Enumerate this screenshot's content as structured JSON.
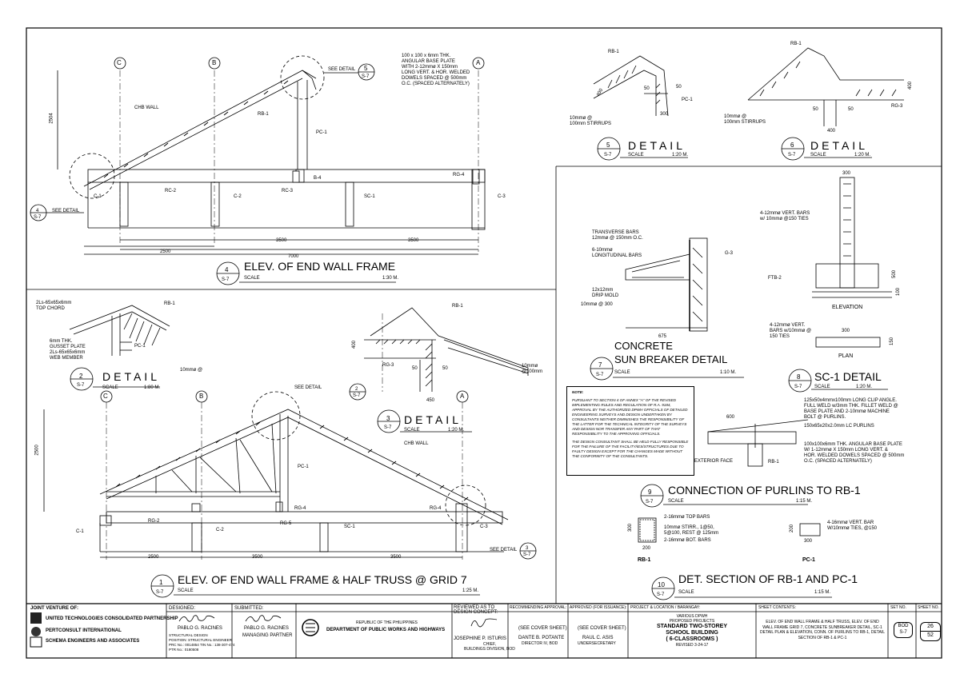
{
  "drawing": {
    "d4": {
      "num": "4",
      "ref": "S-7",
      "title": "ELEV. OF END WALL FRAME",
      "scale_label": "SCALE",
      "scale": "1:30 M."
    },
    "d1": {
      "num": "1",
      "ref": "S-7",
      "title": "ELEV. OF END WALL FRAME & HALF TRUSS  @ GRID 7",
      "scale_label": "SCALE",
      "scale": "1:25 M."
    },
    "d2": {
      "num": "2",
      "ref": "S-7",
      "title": "DETAIL",
      "scale_label": "SCALE",
      "scale": "1:80 M."
    },
    "d3": {
      "num": "3",
      "ref": "S-7",
      "title": "DETAIL",
      "scale_label": "SCALE",
      "scale": "1:20 M."
    },
    "d5": {
      "num": "5",
      "ref": "S-7",
      "title": "DETAIL",
      "scale_label": "SCALE",
      "scale": "1:20 M."
    },
    "d6": {
      "num": "6",
      "ref": "S-7",
      "title": "DETAIL",
      "scale_label": "SCALE",
      "scale": "1:20 M."
    },
    "d7": {
      "num": "7",
      "ref": "S-7",
      "title1": "CONCRETE",
      "title2": "SUN BREAKER DETAIL",
      "scale_label": "SCALE",
      "scale": "1:10 M."
    },
    "d8": {
      "num": "8",
      "ref": "S-7",
      "title": "SC-1 DETAIL",
      "scale_label": "SCALE",
      "scale": "1:20 M."
    },
    "d9": {
      "num": "9",
      "ref": "S-7",
      "title": "CONNECTION OF PURLINS TO RB-1",
      "scale_label": "SCALE",
      "scale": "1:15 M."
    },
    "d10": {
      "num": "10",
      "ref": "S-7",
      "title": "DET. SECTION OF RB-1 AND PC-1",
      "scale_label": "SCALE",
      "scale": "1:15 M."
    }
  },
  "labels": {
    "grid_c": "C",
    "grid_b": "B",
    "grid_a": "A",
    "see_detail": "SEE DETAIL",
    "plate_note": [
      "100 x 100 x 6mm THK.",
      "ANGULAR BASE PLATE",
      "WITH 2-12mmø X 150mm",
      "LONG VERT. & HOR. WELDED",
      "DOWELS SPACED @ 500mm",
      "O.C. (SPACED ALTERNATELY)"
    ],
    "chb_wall": "CHB WALL",
    "rb1": "RB-1",
    "pc1": "PC-1",
    "c1": "C-1",
    "c2": "C-2",
    "c3": "C-3",
    "rc2": "RC-2",
    "rc3": "RC-3",
    "rg2": "RG-2",
    "rg3": "RG-3",
    "rg4": "RG-4",
    "rg5": "RG-5",
    "sc1": "SC-1",
    "b4": "B-4",
    "g3": "G-3",
    "ftb2": "FTB-2",
    "dim_2504": "2504",
    "dim_7000": "7000",
    "dim_2500": "2500",
    "dim_3500": "3500",
    "dim_150": "150",
    "dim_50": "50",
    "dim_300": "300",
    "dim_400": "400",
    "dim_450": "450",
    "dim_675": "675",
    "dim_500": "500",
    "dim_100": "100",
    "dim_600": "600",
    "dim_200": "200",
    "stirrups1": "10mmø @",
    "stirrups2": "100mm STIRRUPS",
    "d2_top": "2Ls-65x65x6mm",
    "d2_top2": "TOP CHORD",
    "d2_gusset1": "6mm THK.",
    "d2_gusset2": "GUSSET PLATE",
    "d2_web1": "2Ls-65x65x6mm",
    "d2_web2": "WEB MEMBER",
    "d2_bar": "10mmø @",
    "d3_bar1": "10mmø",
    "d3_bar2": "@100mm",
    "d7_trans1": "TRANSVERSE BARS",
    "d7_trans2": "12mmø @ 150mm O.C.",
    "d7_long1": "6-10mmø",
    "d7_long2": "LONGITUDINAL BARS",
    "d7_drip1": "12x12mm",
    "d7_drip2": "DRIP MOLD",
    "d7_bar": "10mmø @ 300",
    "d8_vert1": "4-12mmø VERT. BARS",
    "d8_vert2": "w/ 10mmø @150 TIES",
    "d8_elev": "ELEVATION",
    "d8_pv1": "4-12mmø VERT.",
    "d8_pv2": "BARS w/10mmø @",
    "d8_pv3": "150 TIES",
    "d8_plan": "PLAN",
    "d9_clip": [
      "125x50x4mmx100mm LONG CLIP ANGLE.",
      "FULL WELD w/3mm THK. FILLET WELD @",
      "BASE PLATE AND 2-10mmø MACHINE",
      "BOLT @ PURLINS."
    ],
    "d9_purlin": "150x65x20x2.0mm LC PURLINS",
    "d9_base": [
      "100x100x6mm THK. ANGULAR BASE PLATE",
      "W/ 1-12mmø X 150mm LONG VERT. &",
      "HOR. WELDED DOWELS SPACED @ 500mm",
      "O.C. (SPACED ALTERNATELY)"
    ],
    "d9_ext": "EXTERIOR FACE",
    "d10_top": "2-16mmø TOP BARS",
    "d10_stirr1": "10mmø STIRR., 1@50,",
    "d10_stirr2": "5@100, REST @ 125mm",
    "d10_bot": "2-16mmø BOT. BARS",
    "d10_rb1": "RB-1",
    "d10_vert1": "4-16mmø VERT. BAR",
    "d10_vert2": "W/10mmø TIES, @150",
    "d10_pc1": "PC-1"
  },
  "note": {
    "head": "NOTE:",
    "p1": "PURSUANT TO SECTION 4 OF ANNEX \"A\" OF THE REVISED IMPLEMENTING RULES AND REGULATION OF R.A. 9184, APPROVAL BY THE AUTHORIZED DPWH OFFICIALS OF DETAILED ENGINEERING SURVEYS AND DESIGN UNDERTAKEN BY CONSULTANTS NEITHER DIMINISHES THE RESPONSIBILITY OF THE LATTER FOR THE TECHNICAL INTEGRITY OF THE SURVEYS AND DESIGN NOR TRANSFER ANY PART OF THAT RESPONSIBILITY TO THE APPROVING OFFICIALS.",
    "p2": "THE DESIGN CONSULTANT SHALL BE HELD FULLY RESPONSIBLE FOR THE FAILURE OF THE FACILITY/IES/STRUCTURES DUE TO FAULTY DESIGN EXCEPT FOR THE CHANGES MADE WITHOUT THE CONFORMITY OF THE CONSULTANTS."
  },
  "titleblock": {
    "jv_label": "JOINT VENTURE OF:",
    "jv": [
      "UNITED TECHNOLOGIES CONSOLIDATED PARTNERSHIP",
      "PERTCONSULT INTERNATIONAL",
      "SCHEMA ENGINEERS AND ASSOCIATES"
    ],
    "designed_label": "DESIGNED:",
    "designed_name": "PABLO G. RACINES",
    "designed_role1": "STRUCTURAL DESIGN",
    "designed_role2": "POSITION: STRUCTURAL ENGINEER",
    "designed_prc": "PRC No.: 0014854     TIN No.: 138-307-474",
    "designed_ptr": "PTR No.: 0180508",
    "submitted_label": "SUBMITTED:",
    "submitted_name": "PABLO G. RACINES",
    "submitted_role": "MANAGING PARTNER",
    "rep1": "REPUBLIC OF THE PHILIPPINES",
    "rep2": "DEPARTMENT OF PUBLIC WORKS AND HIGHWAYS",
    "reviewed_label1": "REVIEWED AS TO",
    "reviewed_label2": "DESIGN CONCEPT:",
    "reviewed_name": "JOSEPHINE P. ISTURIS",
    "reviewed_role1": "CHIEF,",
    "reviewed_role2": "BUILDINGS DIVISION, BOD",
    "rec_label": "RECOMMENDING APPROVAL:",
    "rec_sheet": "(SEE COVER SHEET)",
    "rec_name": "DANTE B. POTANTE",
    "rec_role": "DIRECTOR IV, BOD",
    "appr_label": "APPROVED (FOR ISSUANCE):",
    "appr_sheet": "(SEE COVER SHEET)",
    "appr_name": "RAUL C. ASIS",
    "appr_role": "UNDERSECRETARY",
    "proj_label": "PROJECT & LOCATION / BARANGAY:",
    "proj1": "VARIOUS DPWH",
    "proj2": "PROPOSED PROJECTS",
    "proj3": "STANDARD TWO-STOREY",
    "proj4": "SCHOOL BUILDING",
    "proj5": "( 6-CLASSROOMS )",
    "proj6": "REVISED 3-24-17",
    "sheet_label": "SHEET CONTENTS:",
    "sheet_contents": [
      "ELEV. OF END WALL FRAME & HALF TRUSS, ELEV. OF END",
      "WALL FRAME GRID 7, CONCRETE SUNBREAKER DETAIL, SC-1",
      "DETAIL PLAN & ELEVATION, CONN. OF PURLINS TO RB-1, DETAIL",
      "SECTION OF RB-1 & PC-1"
    ],
    "set_label": "SET NO.",
    "set_top": "BOD",
    "set_bot": "S-7",
    "sheet_no_label": "SHEET NO.",
    "sheet_no": "26",
    "sheet_total": "52"
  }
}
